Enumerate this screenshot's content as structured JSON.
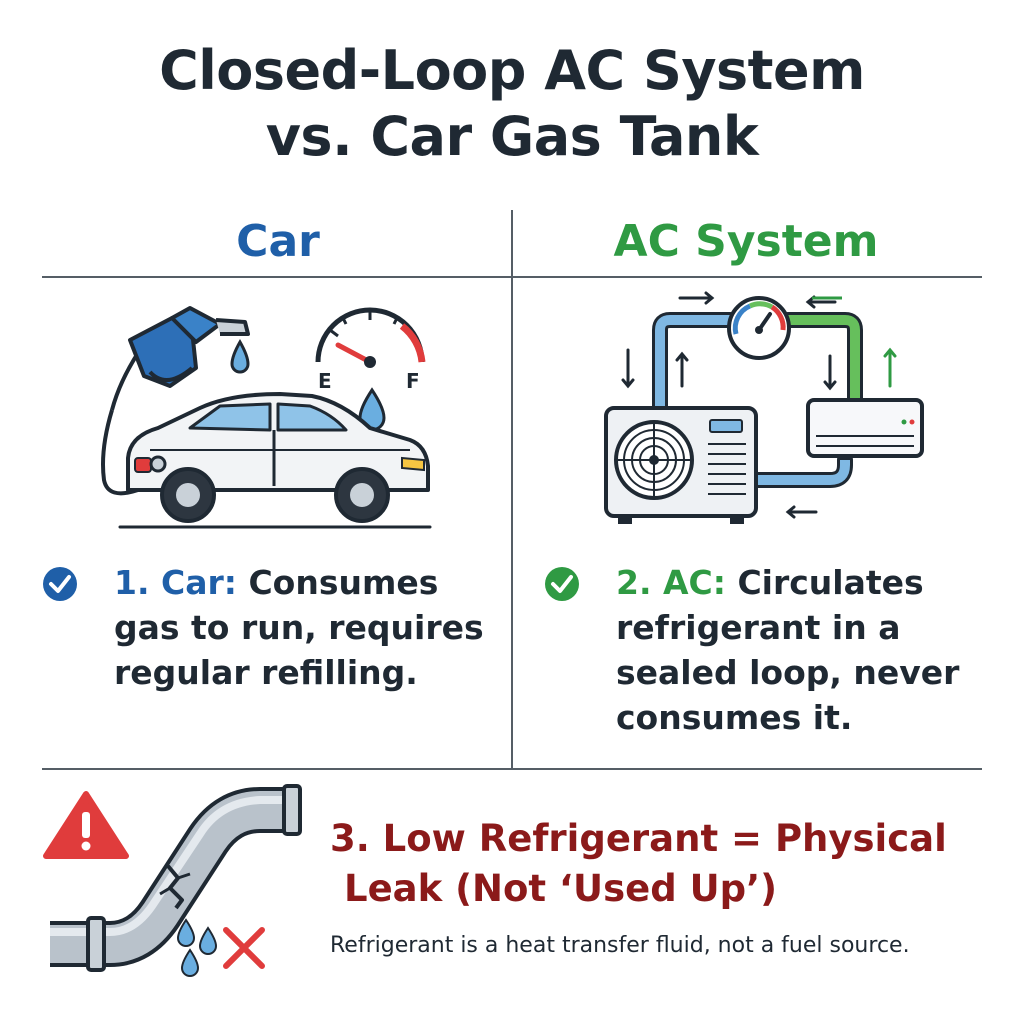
{
  "title": {
    "line1": "Closed-Loop AC System",
    "line2": "vs. Car Gas Tank"
  },
  "columns": {
    "car": {
      "heading": "Car"
    },
    "ac": {
      "heading": "AC System"
    }
  },
  "gauge": {
    "empty_label": "E",
    "full_label": "F"
  },
  "points": {
    "car": {
      "lead": "1. Car:",
      "text": " Consumes gas to run, requires regular refilling."
    },
    "ac": {
      "lead": "2. AC:",
      "text": " Circulates refrigerant in a sealed loop, never consumes it."
    }
  },
  "leak": {
    "title_line1": "3. Low Refrigerant = Physical",
    "title_line2": "Leak (Not ‘Used Up’)",
    "subtitle": "Refrigerant is a heat transfer fluid, not a fuel source."
  },
  "colors": {
    "car_blue": "#1f5fa8",
    "ac_green": "#2f9a43",
    "warning_red": "#e03c3c",
    "leak_title": "#8b1a1a",
    "outline": "#1f2933"
  },
  "icons": [
    "fuel-nozzle-icon",
    "fuel-gauge-icon",
    "car-icon",
    "gauge-icon",
    "outdoor-unit-icon",
    "indoor-unit-icon",
    "check-icon",
    "warning-icon",
    "cracked-pipe-icon",
    "x-mark-icon"
  ]
}
